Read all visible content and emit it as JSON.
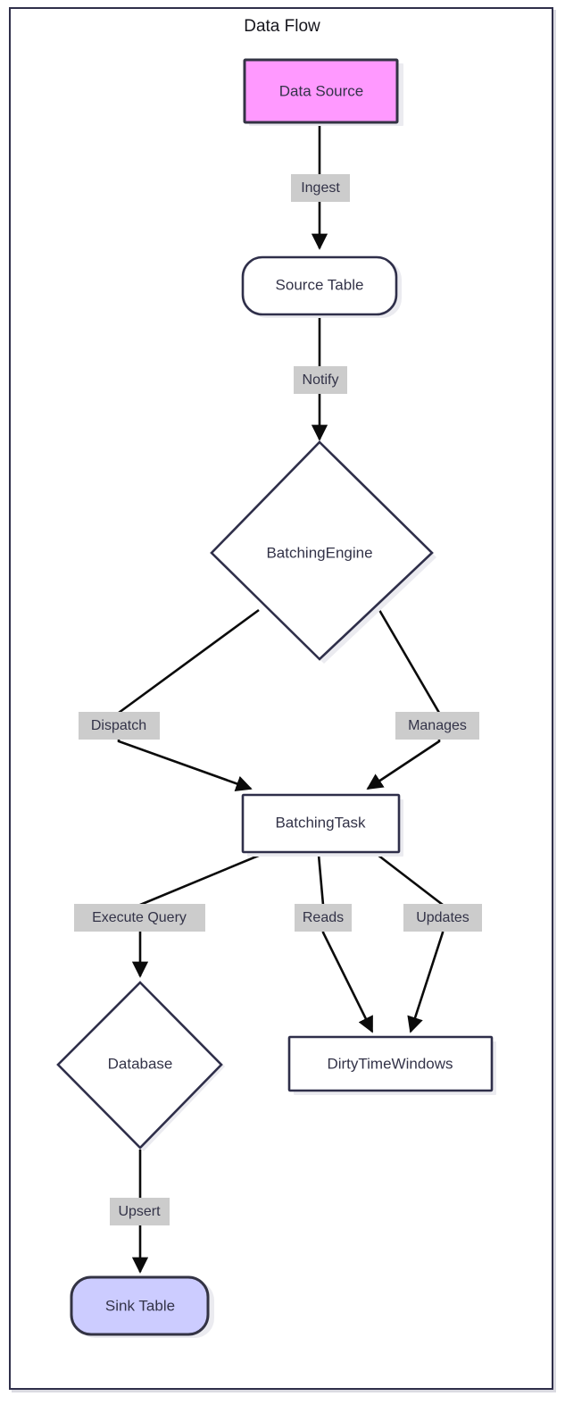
{
  "diagram": {
    "title": "Data Flow",
    "type": "flowchart",
    "direction": "top-to-bottom",
    "colors": {
      "frame_border": "#2f2f4a",
      "node_border": "#2f2f4a",
      "node_fill": "#ffffff",
      "source_fill": "#ff99ff",
      "sink_fill": "#ccccff",
      "edge_stroke": "#0b0b0b",
      "edge_label_bg": "#cccccc",
      "text": "#333348",
      "title_text": "#16161d"
    },
    "nodes": [
      {
        "id": "data-source",
        "label": "Data Source",
        "shape": "rect",
        "fill": "pink"
      },
      {
        "id": "source-table",
        "label": "Source Table",
        "shape": "rounded-rect",
        "fill": "white"
      },
      {
        "id": "batching-engine",
        "label": "BatchingEngine",
        "shape": "diamond",
        "fill": "white"
      },
      {
        "id": "batching-task",
        "label": "BatchingTask",
        "shape": "rect",
        "fill": "white"
      },
      {
        "id": "database",
        "label": "Database",
        "shape": "diamond",
        "fill": "white"
      },
      {
        "id": "dirty-time-windows",
        "label": "DirtyTimeWindows",
        "shape": "rect",
        "fill": "white"
      },
      {
        "id": "sink-table",
        "label": "Sink Table",
        "shape": "rounded-rect",
        "fill": "lavender"
      }
    ],
    "edges": [
      {
        "id": "e1",
        "from": "data-source",
        "to": "source-table",
        "label": "Ingest"
      },
      {
        "id": "e2",
        "from": "source-table",
        "to": "batching-engine",
        "label": "Notify"
      },
      {
        "id": "e3",
        "from": "batching-engine",
        "to": "batching-task",
        "label": "Dispatch"
      },
      {
        "id": "e4",
        "from": "batching-engine",
        "to": "batching-task",
        "label": "Manages"
      },
      {
        "id": "e5",
        "from": "batching-task",
        "to": "database",
        "label": "Execute Query"
      },
      {
        "id": "e6",
        "from": "batching-task",
        "to": "dirty-time-windows",
        "label": "Reads"
      },
      {
        "id": "e7",
        "from": "batching-task",
        "to": "dirty-time-windows",
        "label": "Updates"
      },
      {
        "id": "e8",
        "from": "database",
        "to": "sink-table",
        "label": "Upsert"
      }
    ]
  }
}
